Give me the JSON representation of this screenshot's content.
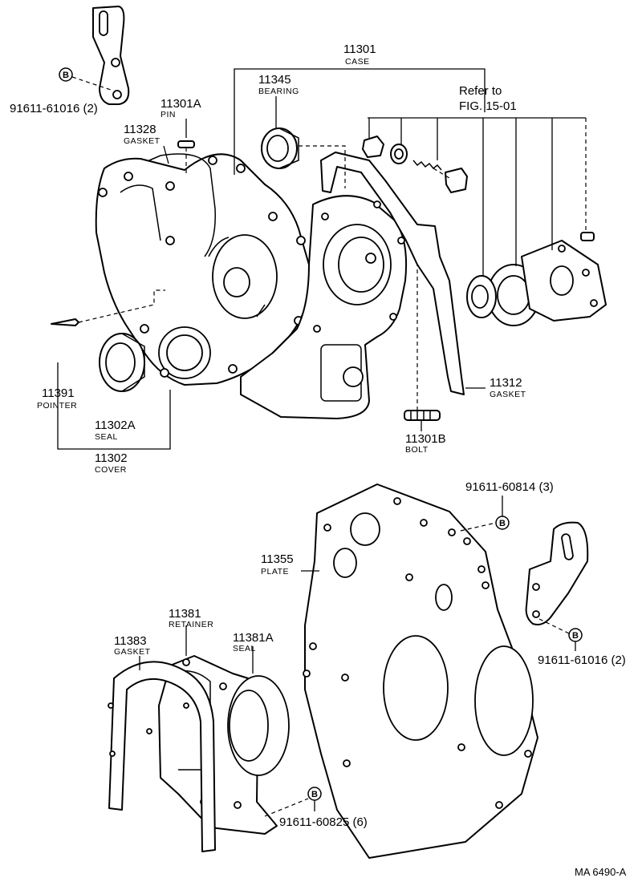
{
  "labels": {
    "case": {
      "number": "11301",
      "name": "CASE"
    },
    "bearing": {
      "number": "11345",
      "name": "BEARING"
    },
    "pin": {
      "number": "11301A",
      "name": "PIN"
    },
    "gasket_top": {
      "number": "11328",
      "name": "GASKET"
    },
    "pointer": {
      "number": "11391",
      "name": "POINTER"
    },
    "seal_front": {
      "number": "11302A",
      "name": "SEAL"
    },
    "cover": {
      "number": "11302",
      "name": "COVER"
    },
    "gasket_right": {
      "number": "11312",
      "name": "GASKET"
    },
    "bolt": {
      "number": "11301B",
      "name": "BOLT"
    },
    "plate": {
      "number": "11355",
      "name": "PLATE"
    },
    "retainer": {
      "number": "11381",
      "name": "RETAINER"
    },
    "seal_rear": {
      "number": "11381A",
      "name": "SEAL"
    },
    "gasket_bottom": {
      "number": "11383",
      "name": "GASKET"
    }
  },
  "refer": {
    "line1": "Refer to",
    "line2": "FIG. 15-01"
  },
  "bolts": {
    "top_left": "91611-61016 (2)",
    "plate_top": "91611-60814 (3)",
    "right": "91611-61016 (2)",
    "bottom": "91611-60825 (6)"
  },
  "bolt_marker": "B",
  "drawing_code": "MA 6490-A"
}
